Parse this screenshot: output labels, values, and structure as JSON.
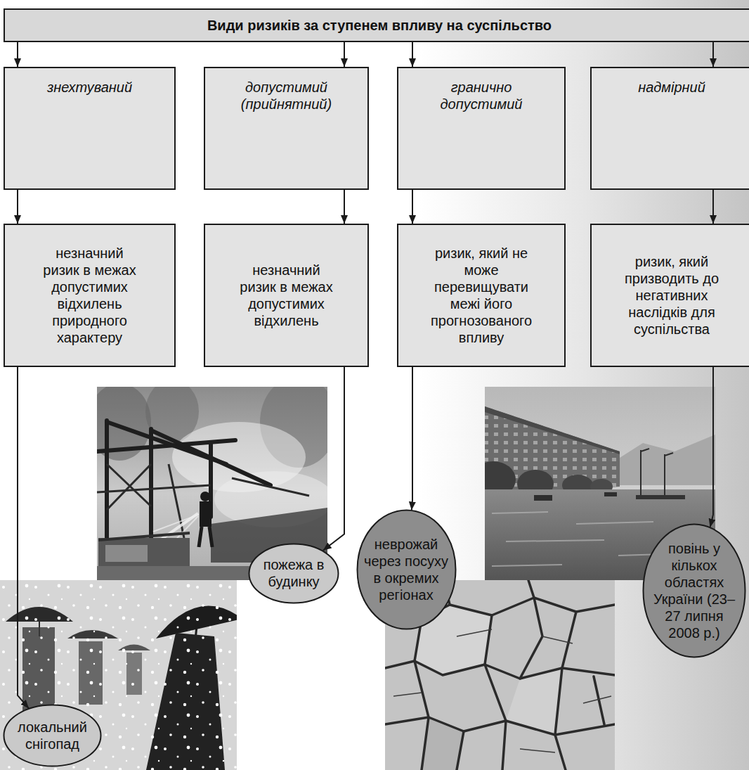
{
  "diagram": {
    "nodes": [
      {
        "text": [
          "Види ризиків за ступенем впливу на суспільство"
        ]
      },
      {
        "text": [
          "знехтуваний"
        ]
      },
      {
        "text": [
          "допустимий (прийнятний)"
        ]
      },
      {
        "text": [
          "гранично допустимий"
        ]
      },
      {
        "text": [
          "надмірний"
        ]
      },
      {
        "text": [
          "незначний ризик в межах допустимих відхилень природного характеру"
        ]
      },
      {
        "text": [
          "незначний ризик в межах допустимих відхилень"
        ]
      },
      {
        "text": [
          "ризик, який не може перевищувати межі його прогнозованого впливу"
        ]
      },
      {
        "text": [
          "ризик, який призводить до негативних наслідків для суспільства"
        ]
      },
      {
        "text": [
          "локальний снігопад"
        ]
      },
      {
        "text": [
          "пожежа в будинку"
        ]
      },
      {
        "text": [
          "неврожай через посуху в окремих регіонах"
        ]
      },
      {
        "text": [
          "повінь у кількох областях України (23–27 липня 2008 р.)"
        ]
      }
    ],
    "edges": [
      {
        "from": 0,
        "to": 1,
        "arrow": "to"
      },
      {
        "from": 0,
        "to": 2,
        "arrow": "to"
      },
      {
        "from": 0,
        "to": 3,
        "arrow": "to"
      },
      {
        "from": 0,
        "to": 4,
        "arrow": "to"
      },
      {
        "from": 1,
        "to": 5,
        "arrow": "to"
      },
      {
        "from": 2,
        "to": 6,
        "arrow": "to"
      },
      {
        "from": 3,
        "to": 7,
        "arrow": "to"
      },
      {
        "from": 4,
        "to": 8,
        "arrow": "to"
      },
      {
        "from": 5,
        "to": 9,
        "arrow": "to"
      },
      {
        "from": 6,
        "to": 10,
        "arrow": "to"
      },
      {
        "from": 7,
        "to": 11,
        "arrow": "to"
      },
      {
        "from": 8,
        "to": 12,
        "arrow": "to"
      }
    ]
  }
}
